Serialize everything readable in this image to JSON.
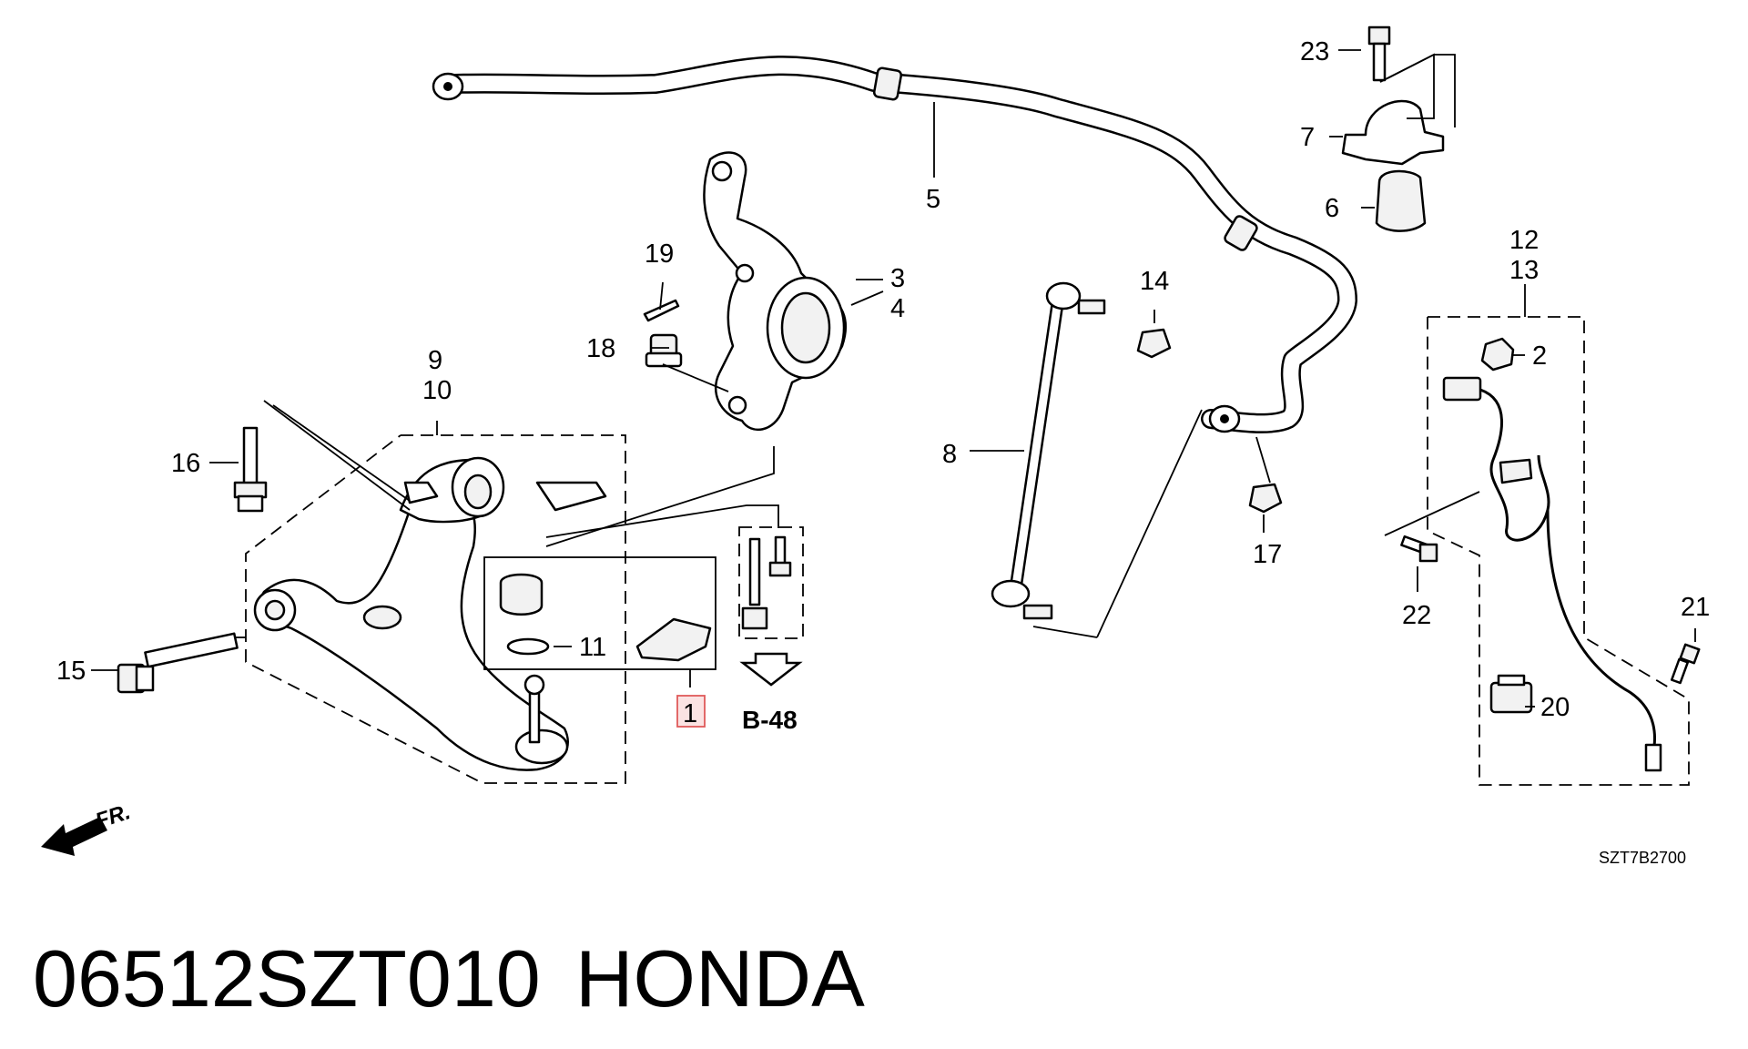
{
  "callouts": {
    "c1": "1",
    "c2": "2",
    "c3": "3",
    "c4": "4",
    "c5": "5",
    "c6": "6",
    "c7": "7",
    "c8": "8",
    "c9": "9",
    "c10": "10",
    "c11": "11",
    "c12": "12",
    "c13": "13",
    "c14": "14",
    "c15": "15",
    "c16": "16",
    "c17": "17",
    "c18": "18",
    "c19": "19",
    "c20": "20",
    "c21": "21",
    "c22": "22",
    "c23": "23"
  },
  "reference": "B-48",
  "direction_label": "FR.",
  "diagram_code": "SZT7B2700",
  "caption": {
    "part_number": "06512SZT010",
    "brand": "HONDA"
  }
}
